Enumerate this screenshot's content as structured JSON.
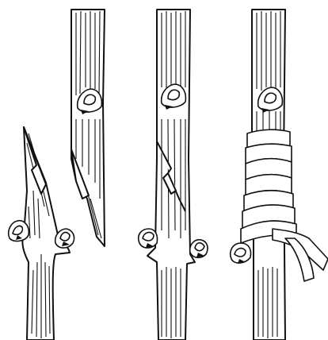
{
  "figure": {
    "panels": [
      {
        "id": "rootstock",
        "description_visible": false
      },
      {
        "id": "scion",
        "description_visible": false
      },
      {
        "id": "joined",
        "description_visible": false
      },
      {
        "id": "wrapped",
        "description_visible": false
      }
    ],
    "colors": {
      "ink": "#111111",
      "paper": "#ffffff"
    }
  }
}
